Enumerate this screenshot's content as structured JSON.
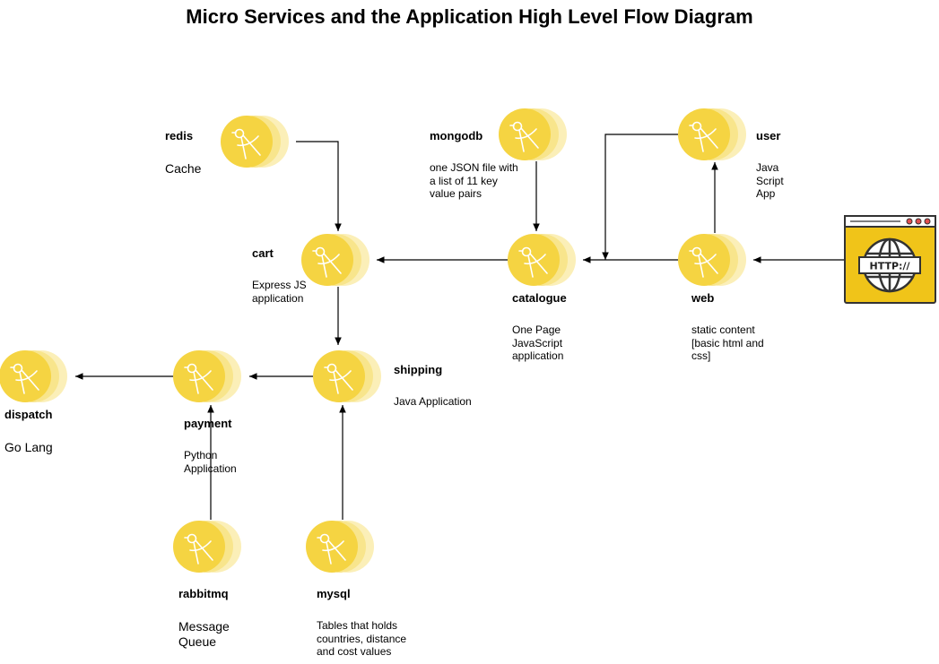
{
  "title": "Micro Services and the Application High Level Flow Diagram",
  "colors": {
    "node": "#f5d442",
    "node_mid": "#f8e58c",
    "node_light": "#fbefb8",
    "edge": "#000000",
    "browser": "#f0c419"
  },
  "icons": {
    "node": "compass-icon",
    "browser": "http-browser-icon"
  },
  "nodes": {
    "redis": {
      "name": "redis",
      "desc": "Cache"
    },
    "mongodb": {
      "name": "mongodb",
      "desc": "one JSON file with\na  list of 11 key\nvalue pairs"
    },
    "user": {
      "name": "user",
      "desc": "Java\nScript\nApp"
    },
    "cart": {
      "name": "cart",
      "desc": "Express JS\napplication"
    },
    "catalogue": {
      "name": "catalogue",
      "desc": "One Page\nJavaScript\napplication"
    },
    "web": {
      "name": "web",
      "desc": "static content\n[basic html and\ncss]"
    },
    "dispatch": {
      "name": "dispatch",
      "desc": "Go Lang"
    },
    "payment": {
      "name": "payment",
      "desc": "Python\nApplication"
    },
    "shipping": {
      "name": "shipping",
      "desc": "Java Application"
    },
    "rabbitmq": {
      "name": "rabbitmq",
      "desc": "Message\nQueue"
    },
    "mysql": {
      "name": "mysql",
      "desc": "Tables that holds\ncountries, distance\nand cost values"
    }
  },
  "browser": {
    "text": "HTTP://"
  },
  "edges": [
    {
      "from": "browser",
      "to": "web"
    },
    {
      "from": "web",
      "to": "user"
    },
    {
      "from": "web",
      "to": "catalogue"
    },
    {
      "from": "user",
      "to": "catalogue"
    },
    {
      "from": "mongodb",
      "to": "catalogue"
    },
    {
      "from": "catalogue",
      "to": "cart"
    },
    {
      "from": "redis",
      "to": "cart"
    },
    {
      "from": "cart",
      "to": "shipping"
    },
    {
      "from": "mysql",
      "to": "shipping"
    },
    {
      "from": "shipping",
      "to": "payment"
    },
    {
      "from": "rabbitmq",
      "to": "payment"
    },
    {
      "from": "payment",
      "to": "dispatch"
    }
  ]
}
